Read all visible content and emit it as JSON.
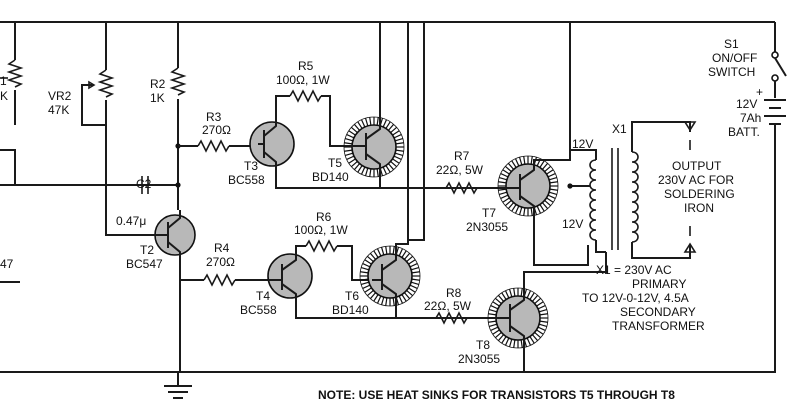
{
  "labels": {
    "vr_left_partial": "1",
    "vr_left_partial2": "K",
    "vr2_name": "VR2",
    "vr2_value": "47K",
    "r2_name": "R2",
    "r2_value": "1K",
    "r3_name": "R3",
    "r3_value": "270Ω",
    "r4_name": "R4",
    "r4_value": "270Ω",
    "r5_name": "R5",
    "r5_value": "100Ω, 1W",
    "r6_name": "R6",
    "r6_value": "100Ω, 1W",
    "r7_name": "R7",
    "r7_value": "22Ω, 5W",
    "r8_name": "R8",
    "r8_value": "22Ω, 5W",
    "c2_name": "C2",
    "c2_value": "0.47μ",
    "t2_name": "T2",
    "t2_type": "BC547",
    "t3_name": "T3",
    "t3_type": "BC558",
    "t4_name": "T4",
    "t4_type": "BC558",
    "t5_name": "T5",
    "t5_type": "BD140",
    "t6_name": "T6",
    "t6_type": "BD140",
    "t7_name": "T7",
    "t7_type": "2N3055",
    "t8_name": "T8",
    "t8_type": "2N3055",
    "left_partial": "47",
    "s1_name": "S1",
    "s1_line2": "ON/OFF",
    "s1_line3": "SWITCH",
    "batt_line1": "12V",
    "batt_line2": "7Ah",
    "batt_line3": "BATT.",
    "x1_name": "X1",
    "tap_top": "12V",
    "tap_bottom": "12V",
    "output_line1": "OUTPUT",
    "output_line2": "230V AC FOR",
    "output_line3": "SOLDERING",
    "output_line4": "IRON",
    "x1_desc_line1": "X1 = 230V AC",
    "x1_desc_line2": "PRIMARY",
    "x1_desc_line3": "TO 12V-0-12V, 4.5A",
    "x1_desc_line4": "SECONDARY",
    "x1_desc_line5": "TRANSFORMER",
    "note": "NOTE: USE HEAT SINKS FOR TRANSISTORS T5 THROUGH T8"
  }
}
